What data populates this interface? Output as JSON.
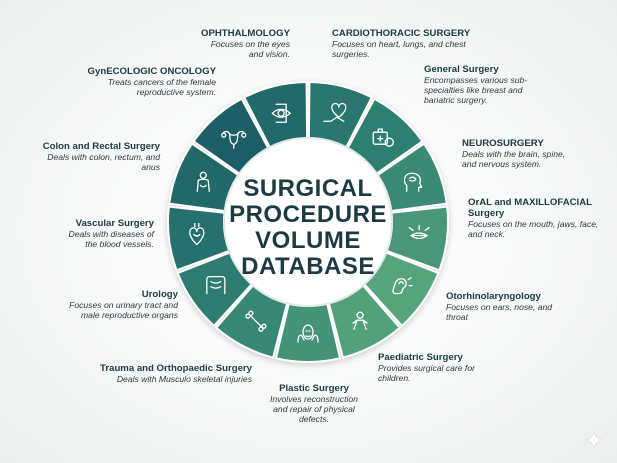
{
  "title_lines": [
    "SURGICAL",
    "PROCEDURE",
    "VOLUME",
    "DATABASE"
  ],
  "colors": {
    "segment_dark": "#1e5e66",
    "segment_mid": "#2f7f72",
    "segment_light": "#5aa97c",
    "icon": "#ffffff",
    "text": "#1a3b40"
  },
  "specialties": [
    {
      "name": "CARDIOTHORACIC SURGERY",
      "description": "Focuses on heart, lungs, and chest surgeries.",
      "icon": "heart-pulse-hand-icon"
    },
    {
      "name": "General Surgery",
      "description": "Encompasses various sub-specialties like breast and bariatric surgery.",
      "icon": "medical-kit-icon"
    },
    {
      "name": "NEUROSURGERY",
      "description": "Deals with the brain, spine, and nervous system.",
      "icon": "brain-head-icon"
    },
    {
      "name": "OrAL and MAXILLOFACIAL Surgery",
      "description": "Focuses on the mouth, jaws, face, and neck.",
      "icon": "mouth-icon"
    },
    {
      "name": "Otorhinolaryngology",
      "description": "Focuses on ears, nose, and throat",
      "icon": "ear-icon"
    },
    {
      "name": "Paediatric Surgery",
      "description": "Provides surgical care for children.",
      "icon": "child-icon"
    },
    {
      "name": "Plastic Surgery",
      "description": "Involves reconstruction and repair of physical defects.",
      "icon": "face-hands-icon"
    },
    {
      "name": "Trauma and Orthopaedic Surgery",
      "description": "Deals with Musculo skeletal injuries",
      "icon": "bone-icon"
    },
    {
      "name": "Urology",
      "description": "Focuses on urinary tract and male reproductive organs",
      "icon": "intestine-icon"
    },
    {
      "name": "Vascular Surgery",
      "description": "Deals with diseases of the blood vessels.",
      "icon": "vessel-heart-icon"
    },
    {
      "name": "Colon and Rectal Surgery",
      "description": "Deals with colon, rectum, and anus",
      "icon": "torso-icon"
    },
    {
      "name": "GynECOLOGIC ONCOLOGY",
      "description": "Treats cancers of the female reproductive system.",
      "icon": "uterus-icon"
    },
    {
      "name": "OPHTHALMOLOGY",
      "description": "Focuses on the eyes and vision.",
      "icon": "eye-icon"
    }
  ]
}
